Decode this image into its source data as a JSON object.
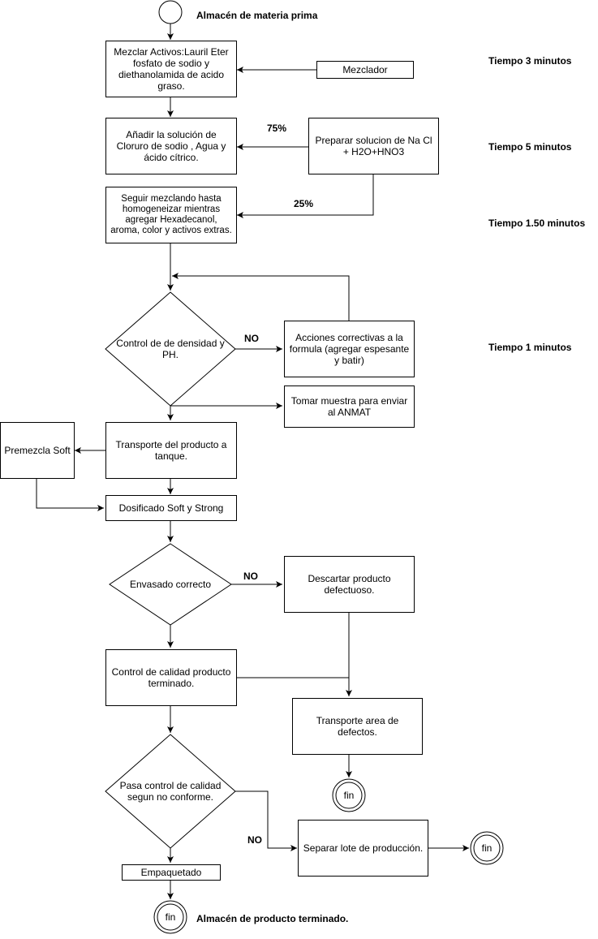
{
  "start_label": "Almacén de materia prima",
  "end_label": "Almacén de producto terminado.",
  "times": {
    "t1": "Tiempo 3 minutos",
    "t2": "Tiempo 5 minutos",
    "t3": "Tiempo 1.50 minutos",
    "t4": "Tiempo 1 minutos"
  },
  "boxes": {
    "mezclar": "Mezclar Activos:Lauril  Eter fosfato de sodio y diethanolamida de acido graso.",
    "mezclador": "Mezclador",
    "anadir": "Añadir la solución de Cloruro de sodio , Agua y ácido cítrico.",
    "preparar": "Preparar solucion de Na Cl + H2O+HNO3",
    "seguir": "Seguir mezclando hasta homogeneizar mientras agregar Hexadecanol, aroma, color y activos extras.",
    "acciones": "Acciones correctivas a la formula (agregar espesante y batir)",
    "muestra": "Tomar muestra para enviar al ANMAT",
    "transporte_tanque": "Transporte del producto a tanque.",
    "premezcla": "Premezcla Soft",
    "dosificado": "Dosificado Soft y Strong",
    "descartar": "Descartar producto defectuoso.",
    "control_calidad": "Control de calidad producto terminado.",
    "transporte_defectos": "Transporte area de defectos.",
    "separar": "Separar lote de producción.",
    "empaquetado": "Empaquetado"
  },
  "decisions": {
    "densidad": "Control de de densidad y PH.",
    "envasado": "Envasado correcto",
    "pasa": "Pasa control de calidad segun no conforme."
  },
  "labels": {
    "pct75": "75%",
    "pct25": "25%",
    "no1": "NO",
    "no2": "NO",
    "no3": "NO"
  },
  "end_circles": {
    "fin1": "fin",
    "fin2": "fin",
    "fin3": "fin"
  }
}
